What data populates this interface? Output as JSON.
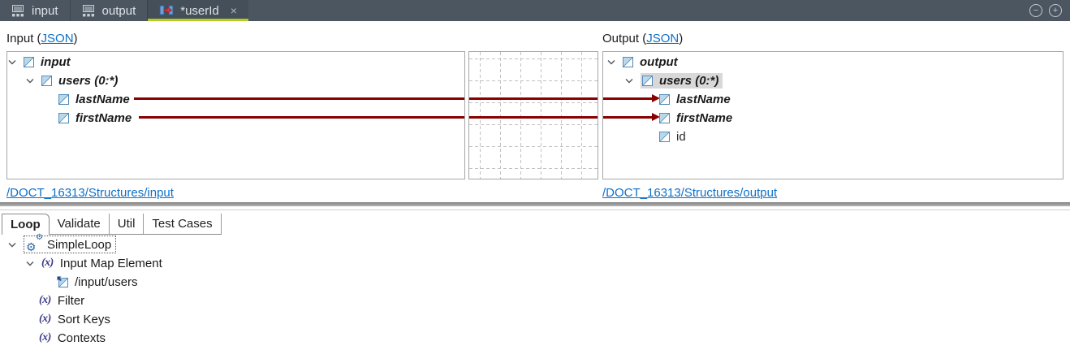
{
  "window": {
    "tabs": [
      {
        "label": "input",
        "active": false
      },
      {
        "label": "output",
        "active": false
      },
      {
        "label": "*userId",
        "active": true,
        "close": "×"
      }
    ],
    "controls": {
      "collapse": "−",
      "expand": "+"
    }
  },
  "mapper": {
    "input_header": {
      "prefix": "Input (",
      "link": "JSON",
      "suffix": ")"
    },
    "output_header": {
      "prefix": "Output (",
      "link": "JSON",
      "suffix": ")"
    },
    "input_tree": {
      "root": "input",
      "users": "users (0:*)",
      "lastName": "lastName",
      "firstName": "firstName"
    },
    "output_tree": {
      "root": "output",
      "users": "users (0:*)",
      "lastName": "lastName",
      "firstName": "firstName",
      "id": "id"
    },
    "mappings": [
      {
        "from": "/input/users/lastName",
        "to": "/output/users/lastName"
      },
      {
        "from": "/input/users/firstName",
        "to": "/output/users/firstName"
      }
    ],
    "input_path": "/DOCT_16313/Structures/input",
    "output_path": "/DOCT_16313/Structures/output"
  },
  "bottom": {
    "tabs": [
      {
        "label": "Loop",
        "active": true
      },
      {
        "label": "Validate",
        "active": false
      },
      {
        "label": "Util",
        "active": false
      },
      {
        "label": "Test Cases",
        "active": false
      }
    ],
    "expression_glyph": "(x)",
    "tree": [
      {
        "label": "SimpleLoop"
      },
      {
        "label": "Input Map Element"
      },
      {
        "label": "/input/users"
      },
      {
        "label": "Filter"
      },
      {
        "label": "Sort Keys"
      },
      {
        "label": "Contexts"
      }
    ]
  },
  "colors": {
    "tab_bar_bg": "#4c5661",
    "active_tab_underline": "#b3cc22",
    "mapping_line": "#880000",
    "link": "#0e70c8",
    "selected_row_bg": "#d8d8d8"
  }
}
